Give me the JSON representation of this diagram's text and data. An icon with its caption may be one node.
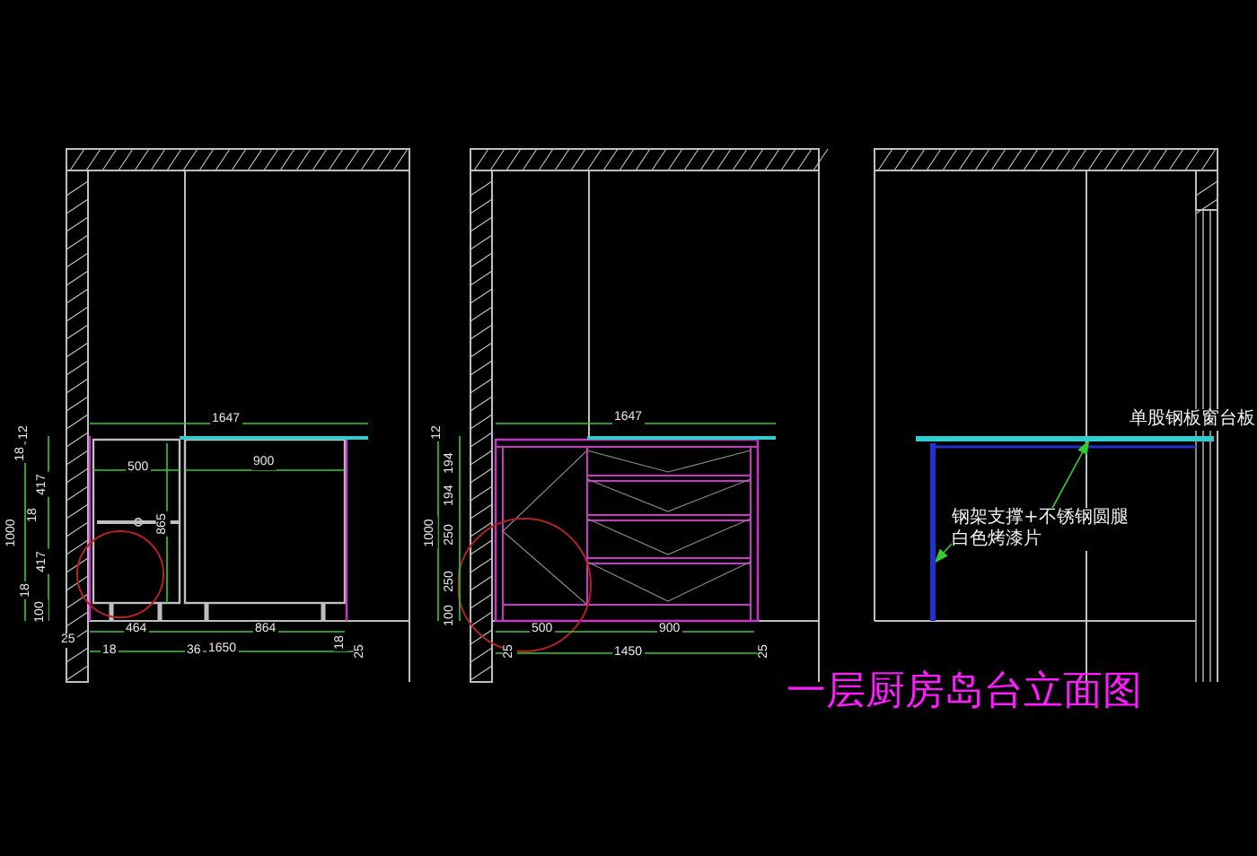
{
  "diagram": {
    "title": "一层厨房岛台立面图",
    "nodes": [
      {
        "text": [
          "钢架支撑+不锈钢圆腿白色烤漆片"
        ]
      },
      {
        "text": [],
        "shape": "bar"
      },
      {
        "text": [],
        "shape": "bar"
      }
    ],
    "edges": [
      {
        "from": 0,
        "to": 1,
        "arrow": "to"
      },
      {
        "from": 0,
        "to": 2,
        "arrow": "to"
      }
    ],
    "labels": [
      "1647",
      "12",
      "18",
      "417",
      "18",
      "417",
      "18",
      "100",
      "1000",
      "500",
      "900",
      "865",
      "25",
      "464",
      "864",
      "18",
      "36",
      "1650",
      "18",
      "25",
      "1647",
      "12",
      "194",
      "194",
      "250",
      "250",
      "100",
      "1000",
      "500",
      "900",
      "25",
      "1450",
      "25",
      "单股钢板窗台板"
    ]
  }
}
